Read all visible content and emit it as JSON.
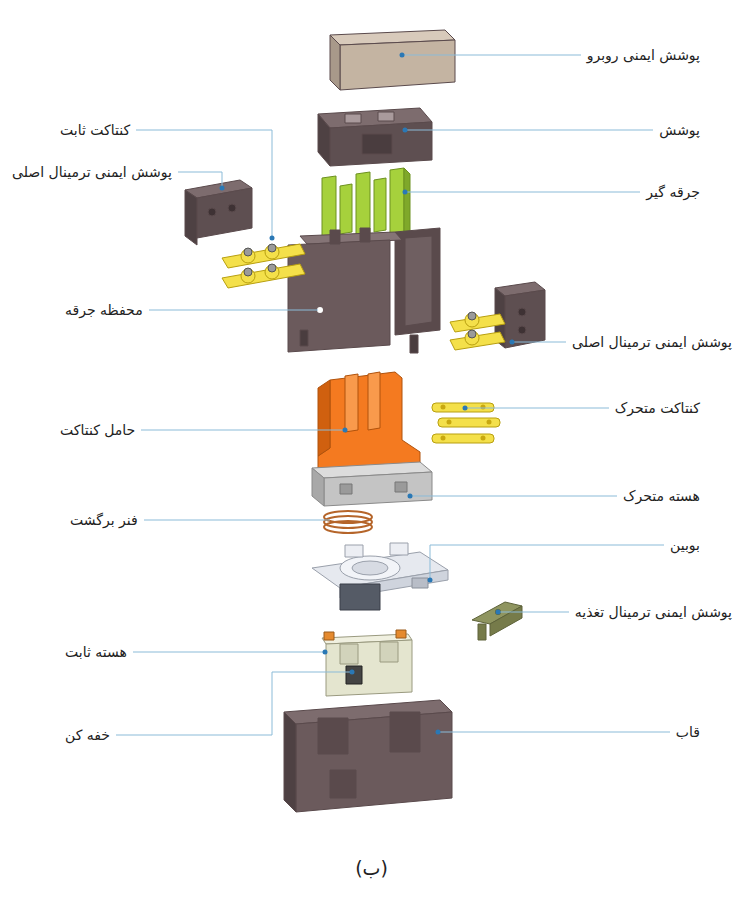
{
  "diagram": {
    "caption": "(ب)",
    "labels": [
      "پوشش ایمنی روبرو",
      "کنتاکت ثابت",
      "پوشش",
      "پوشش ایمنی ترمینال اصلی",
      "جرقه گیر",
      "محفظه جرقه",
      "پوشش ایمنی ترمینال اصلی",
      "کنتاکت متحرک",
      "حامل کنتاکت",
      "هسته متحرک",
      "فنر برگشت",
      "بوبین",
      "پوشش ایمنی ترمینال تغذیه",
      "هسته ثابت",
      "خفه کن",
      "قاب"
    ]
  }
}
